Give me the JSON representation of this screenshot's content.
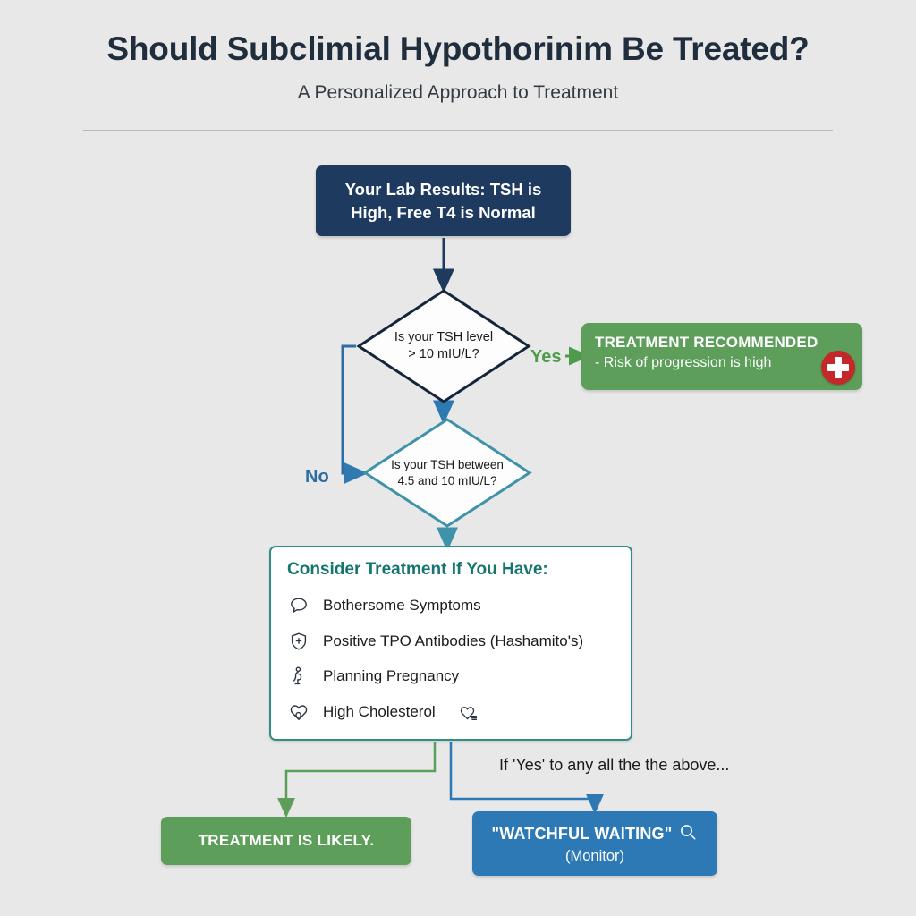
{
  "header": {
    "title": "Should Subclimial Hypothorinim Be Treated?",
    "subtitle": "A Personalized Approach to Treatment"
  },
  "colors": {
    "background": "#e8e8e8",
    "navy": "#1e3a5f",
    "teal": "#2f8f86",
    "teal_text": "#14756e",
    "green": "#5d9e5a",
    "green_label": "#4e9c4b",
    "blue": "#2d79b5",
    "blue_label": "#2e6da4",
    "red": "#c4282a",
    "text_dark": "#1b1b1b"
  },
  "chart_data": {
    "type": "diagram",
    "diagram_kind": "decision-flowchart",
    "title": "Should Subclimial Hypothorinim Be Treated?",
    "nodes": [
      {
        "id": "start",
        "shape": "rounded-rect",
        "label": "Your Lab Results: TSH is High, Free T4 is Normal",
        "fill": "#1e3a5f",
        "text_color": "#ffffff"
      },
      {
        "id": "decision1",
        "shape": "diamond",
        "label": "Is your TSH level > 10 mIU/L?",
        "fill": "#ffffff",
        "stroke": "#1e3a5f"
      },
      {
        "id": "decision2",
        "shape": "diamond",
        "label": "Is your TSH between 4.5 and 10 mIU/L?",
        "fill": "#ffffff",
        "stroke": "#3f93a8"
      },
      {
        "id": "recommend",
        "shape": "rounded-rect",
        "label": "TREATMENT RECOMMENDED - Risk of progression is high",
        "fill": "#5d9e5a",
        "text_color": "#ffffff"
      },
      {
        "id": "consider",
        "shape": "card",
        "label": "Consider Treatment If You Have:",
        "fill": "#ffffff",
        "stroke": "#2f8f86"
      },
      {
        "id": "likely",
        "shape": "rounded-rect",
        "label": "TREATMENT IS LIKELY.",
        "fill": "#5d9e5a",
        "text_color": "#ffffff"
      },
      {
        "id": "watchful",
        "shape": "rounded-rect",
        "label": "\"WATCHFUL WAITING\" (Monitor)",
        "fill": "#2d79b5",
        "text_color": "#ffffff"
      }
    ],
    "edges": [
      {
        "from": "start",
        "to": "decision1",
        "label": "",
        "color": "#1e3a5f"
      },
      {
        "from": "decision1",
        "to": "recommend",
        "label": "Yes",
        "color": "#4e9c4b"
      },
      {
        "from": "decision1",
        "to": "decision2",
        "label": "No",
        "color": "#2e6da4"
      },
      {
        "from": "decision2",
        "to": "consider",
        "label": "",
        "color": "#3f93a8"
      },
      {
        "from": "consider",
        "to": "likely",
        "label": "",
        "color": "#5d9e5a"
      },
      {
        "from": "consider",
        "to": "watchful",
        "label": "If 'Yes' to any all the the above...",
        "color": "#2d79b5"
      }
    ]
  },
  "start_box": {
    "line1": "Your Lab Results: TSH is",
    "line2": "High, Free T4 is Normal"
  },
  "decision1": {
    "line1": "Is your TSH level",
    "line2": "> 10 mIU/L?",
    "yes_label": "Yes",
    "no_label": "No"
  },
  "decision2": {
    "line1": "Is your TSH between",
    "line2": "4.5 and 10 mIU/L?"
  },
  "recommendation": {
    "title": "TREATMENT RECOMMENDED",
    "subtitle": "- Risk of progression is high",
    "badge_icon": "medical-cross-icon"
  },
  "consider": {
    "title": "Consider Treatment If You Have:",
    "items": [
      {
        "icon": "speech-bubble-icon",
        "label": "Bothersome Symptoms"
      },
      {
        "icon": "shield-plus-icon",
        "label": "Positive TPO Antibodies (Hashamito's)"
      },
      {
        "icon": "pregnancy-icon",
        "label": "Planning Pregnancy"
      },
      {
        "icon": "heart-icon",
        "label": "High Cholesterol"
      }
    ]
  },
  "outcomes": {
    "green_label": "TREATMENT IS LIKELY.",
    "blue_label_line1": "\"WATCHFUL WAITING\"",
    "blue_label_line2": "(Monitor)",
    "blue_icon": "magnifier-icon",
    "caption": "If 'Yes' to any all the the above..."
  }
}
